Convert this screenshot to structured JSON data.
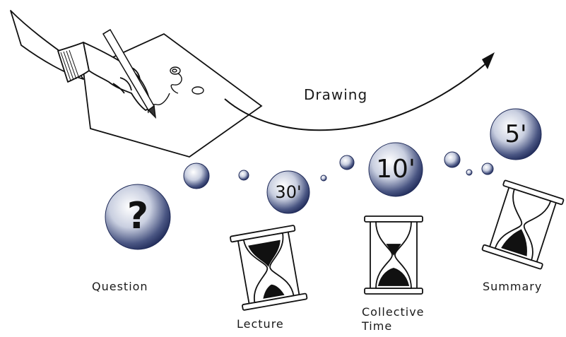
{
  "labels": {
    "drawing": "Drawing",
    "question": "Question",
    "lecture": "Lecture",
    "collective_line1": "Collective",
    "collective_line2": "Time",
    "summary": "Summary"
  },
  "bubbles": {
    "question_symbol": "?",
    "lecture_time": "30'",
    "collective_time": "10'",
    "summary_time": "5'"
  },
  "colors": {
    "bubble_dark": "#1f2a58",
    "bubble_light": "#ffffff",
    "stroke": "#111111"
  }
}
